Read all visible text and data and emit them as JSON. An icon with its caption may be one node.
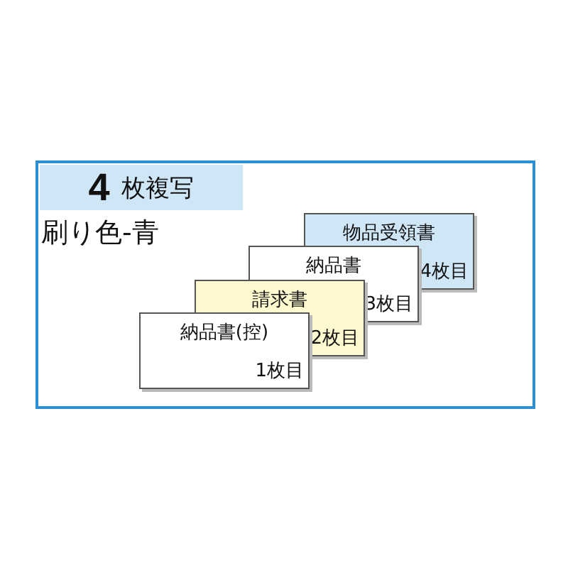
{
  "diagram": {
    "title": "**4** 枚複写",
    "nodes": [
      {
        "text": [
          "納品書(控)",
          "1枚目"
        ]
      },
      {
        "text": [
          "請求書",
          "2枚目"
        ]
      },
      {
        "text": [
          "納品書",
          "3枚目"
        ]
      },
      {
        "text": [
          "物品受領書",
          "4枚目"
        ]
      }
    ],
    "labels": [
      "刷り色-青"
    ]
  }
}
